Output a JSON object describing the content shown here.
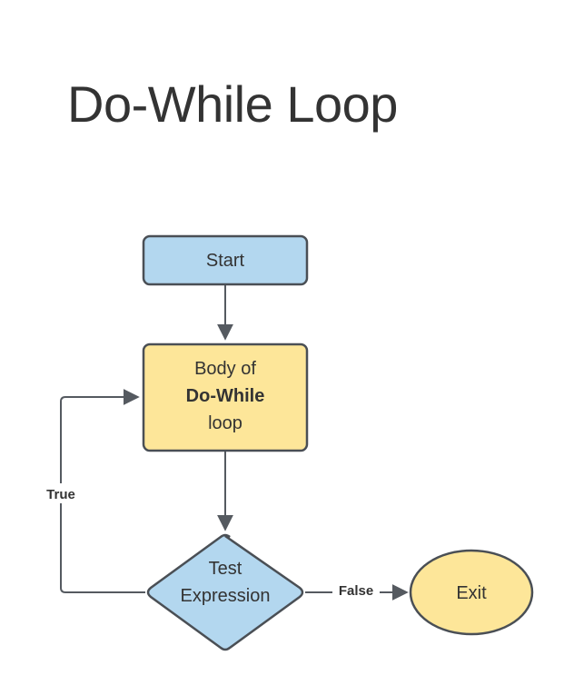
{
  "title": "Do-While Loop",
  "nodes": {
    "start": {
      "label": "Start",
      "fill": "#b3d7ef",
      "stroke": "#4a4f55"
    },
    "body": {
      "line1": "Body of",
      "line2": "Do-While",
      "line3": "loop",
      "fill": "#fde699",
      "stroke": "#4a4f55"
    },
    "test": {
      "line1": "Test",
      "line2": "Expression",
      "fill": "#b3d7ef",
      "stroke": "#4a4f55"
    },
    "exit": {
      "label": "Exit",
      "fill": "#fde699",
      "stroke": "#4a4f55"
    }
  },
  "edges": {
    "true_label": "True",
    "false_label": "False"
  },
  "colors": {
    "line": "#555a60",
    "text": "#333333"
  }
}
